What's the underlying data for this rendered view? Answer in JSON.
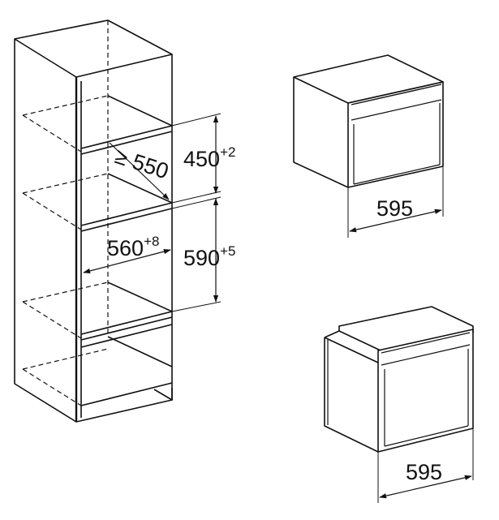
{
  "cabinet": {
    "depth_label": "≥ 550",
    "upper_niche_height": {
      "value": "450",
      "tolerance": "+2"
    },
    "niche_width": {
      "value": "560",
      "tolerance": "+8"
    },
    "lower_niche_height": {
      "value": "590",
      "tolerance": "+5"
    }
  },
  "compact_appliance": {
    "width_label": "595"
  },
  "full_appliance": {
    "width_label": "595"
  }
}
